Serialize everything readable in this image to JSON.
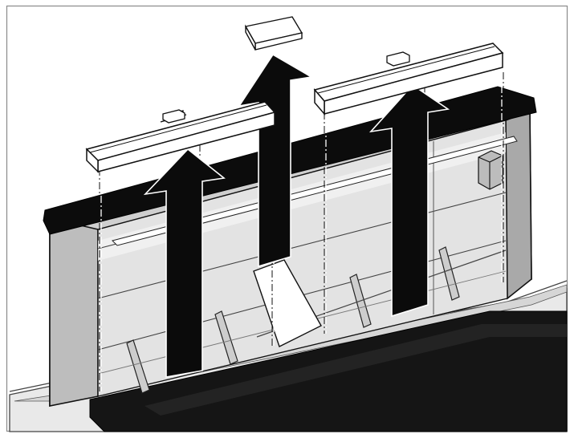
{
  "figure": {
    "kind": "installation-illustration",
    "description_visible_text": "",
    "colors": {
      "background": "#ffffff",
      "frame_border": "#8a8a8a",
      "black": "#0b0b0b",
      "gray_light": "#e6e6e6",
      "gray_mid": "#bdbdbd",
      "gray_dark": "#7a7a7a",
      "white": "#ffffff"
    },
    "parts": [
      {
        "id": "cover-lid",
        "icon": "lid-icon"
      },
      {
        "id": "left-filter-rail",
        "icon": "rail-icon"
      },
      {
        "id": "right-filter-rail",
        "icon": "rail-icon"
      },
      {
        "id": "arrow-left",
        "icon": "arrow-up-icon"
      },
      {
        "id": "arrow-center",
        "icon": "arrow-up-icon"
      },
      {
        "id": "arrow-right",
        "icon": "arrow-up-icon"
      },
      {
        "id": "appliance-cavity",
        "icon": "cavity-icon"
      }
    ]
  }
}
